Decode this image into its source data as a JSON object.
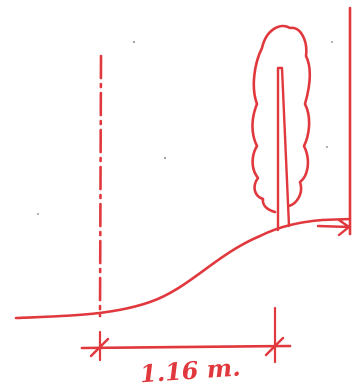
{
  "colors": {
    "ink": "#e0383d",
    "speck": "#9a9a9a"
  },
  "icons": {
    "tree": "tree-icon",
    "center_axis": "dash-dot-axis-line",
    "dimension_tick": "slash-tick-mark",
    "arrow": "arrow-right-icon"
  },
  "dimension": {
    "label": "1.16 m."
  }
}
